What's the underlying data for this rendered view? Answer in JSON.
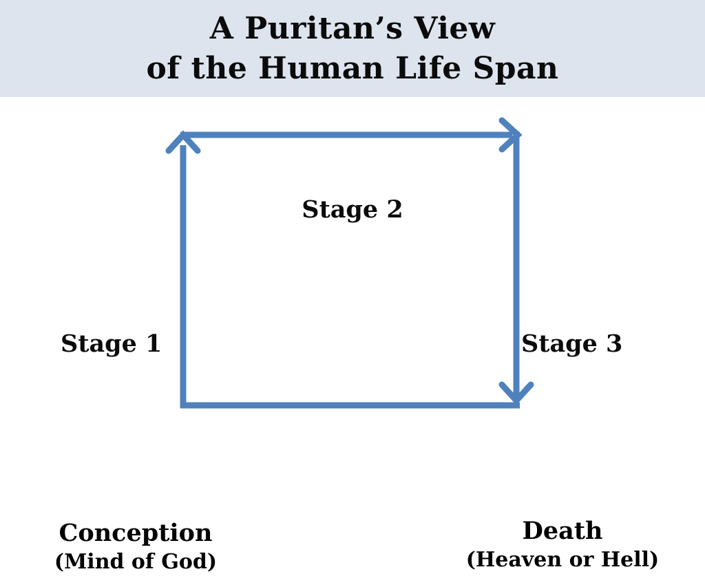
{
  "slide": {
    "background_color": "#ffffff",
    "title_band_color": "#dde4ed",
    "accent_color": "#4f81bd",
    "text_color": "#0b0b0b"
  },
  "title": {
    "line1": "A Puritan’s View",
    "line2": "of the Human Life Span",
    "full": "A Puritan’s View of the Human Life Span"
  },
  "diagram": {
    "type": "cycle-path",
    "stages": [
      {
        "id": "stage-1",
        "label": "Stage 1",
        "direction": "up",
        "position": "left"
      },
      {
        "id": "stage-2",
        "label": "Stage 2",
        "direction": "right",
        "position": "top"
      },
      {
        "id": "stage-3",
        "label": "Stage 3",
        "direction": "down",
        "position": "right"
      }
    ],
    "endpoints": [
      {
        "id": "start",
        "primary": "Conception",
        "secondary": "(Mind of God)",
        "position": "bottom-left"
      },
      {
        "id": "end",
        "primary": "Death",
        "secondary": "(Heaven or Hell)",
        "position": "bottom-right"
      }
    ],
    "arrowheads": [
      "top-left-up",
      "top-right-right",
      "bottom-right-down"
    ]
  }
}
